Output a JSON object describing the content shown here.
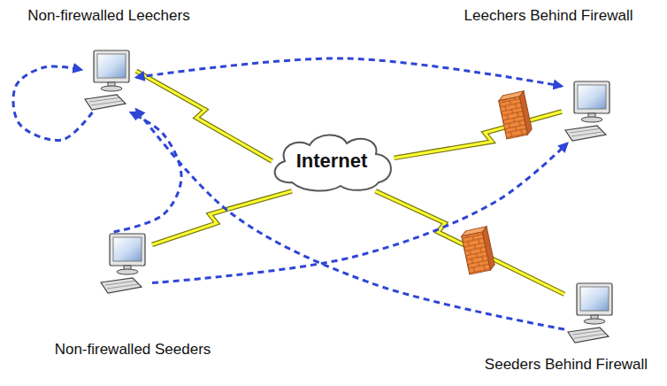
{
  "diagram": {
    "nodes": [
      {
        "text": [
          "Non-firewalled Leechers"
        ]
      },
      {
        "text": [
          "Leechers Behind Firewall"
        ]
      },
      {
        "text": [
          "Internet"
        ]
      },
      {
        "text": [
          "Non-firewalled Seeders"
        ]
      },
      {
        "text": [
          "Seeders Behind Firewall"
        ]
      }
    ],
    "edges": [
      {
        "from": 0,
        "to": 2,
        "arrow": "none"
      },
      {
        "from": 1,
        "to": 2,
        "arrow": "none"
      },
      {
        "from": 3,
        "to": 2,
        "arrow": "none"
      },
      {
        "from": 4,
        "to": 2,
        "arrow": "none"
      },
      {
        "from": 0,
        "to": 0,
        "arrow": "to"
      },
      {
        "from": 0,
        "to": 1,
        "arrow": "both"
      },
      {
        "from": 3,
        "to": 0,
        "arrow": "to"
      },
      {
        "from": 3,
        "to": 1,
        "arrow": "to"
      },
      {
        "from": 4,
        "to": 0,
        "arrow": "to"
      }
    ]
  }
}
